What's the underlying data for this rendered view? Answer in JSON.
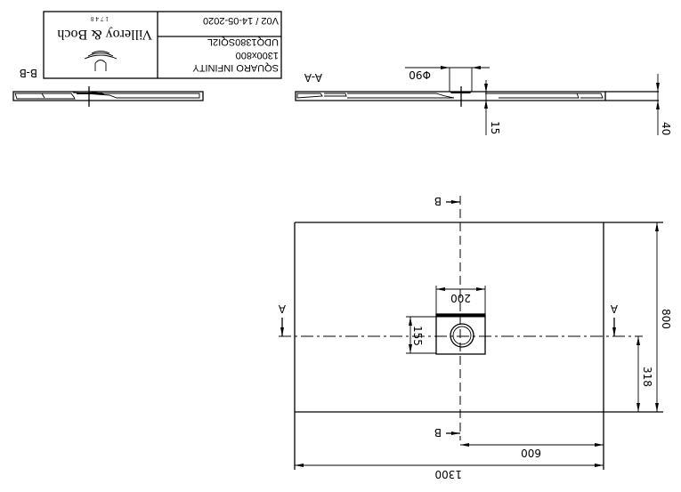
{
  "drawing": {
    "orientation": "rotated 180 degrees",
    "title_block": {
      "brand": "Villeroy & Boch",
      "founded": "1748",
      "product_name": "SQUARO INFINITY",
      "size": "1300x800",
      "article_code": "UDQ1380SQI2L",
      "version": "V02 / 14-05-2020"
    },
    "section_labels": {
      "section_bb": "B-B",
      "section_aa": "A-A",
      "cut_a": "A",
      "cut_b": "B"
    },
    "dimensions": {
      "drain_diameter": "Φ90",
      "drain_depth": "15",
      "tray_height": "40",
      "drain_box_width": "200",
      "drain_box_depth": "155",
      "drain_offset_y": "318",
      "tray_depth": "800",
      "drain_offset_x": "600",
      "tray_width": "1300"
    }
  }
}
